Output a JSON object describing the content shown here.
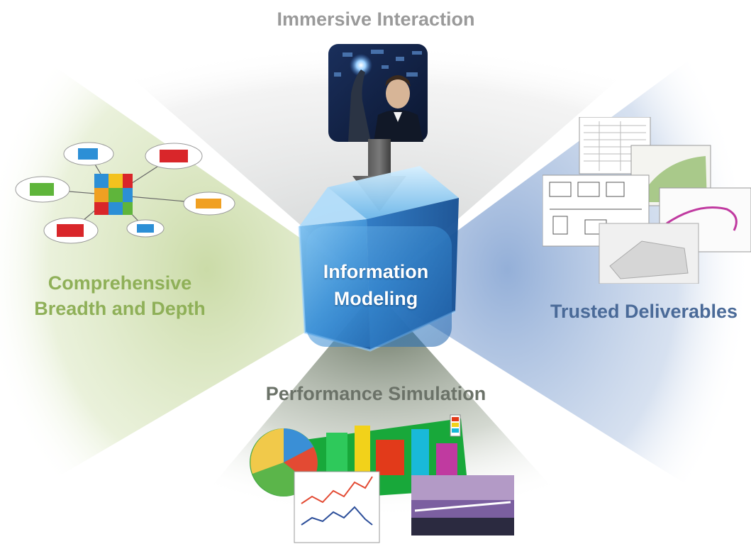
{
  "labels": {
    "top": "Immersive Interaction",
    "left_line1": "Comprehensive",
    "left_line2": "Breadth and Depth",
    "right": "Trusted Deliverables",
    "bottom": "Performance Simulation",
    "center_line1": "Information",
    "center_line2": "Modeling"
  },
  "colors": {
    "left_quadrant": "#c8d9a3",
    "right_quadrant": "#9fb7d9",
    "top_quadrant": "#d9d9d9",
    "bottom_quadrant": "#7f8a78",
    "cube": "#3f8fd0",
    "left_text": "#8fb058",
    "right_text": "#4a6a98"
  },
  "icons": [
    "puzzle-cube-icon",
    "puzzle-piece-icon",
    "man-touchscreen-photo",
    "arrow-down-icon",
    "cube-icon",
    "documents-stack-icon",
    "pie-chart-icon",
    "line-chart-icon",
    "bridge-photo",
    "heatmap-city-icon"
  ]
}
